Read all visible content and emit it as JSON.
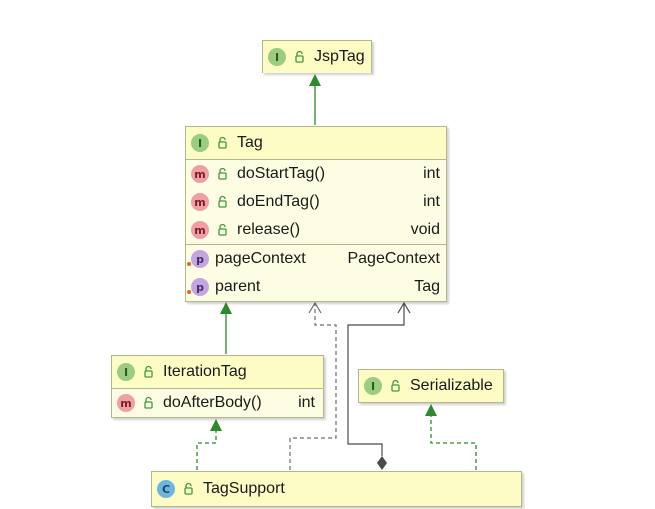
{
  "colors": {
    "node_fill": "#fdfde3",
    "node_header": "#fcfcc4",
    "node_border": "#b5b58e",
    "extends_arrow": "#2e8a2e",
    "implements_arrow": "#6d6d6d",
    "association": "#4a4a4a"
  },
  "nodes": {
    "jsptag": {
      "kind": "I",
      "name": "JspTag"
    },
    "tag": {
      "kind": "I",
      "name": "Tag",
      "methods": [
        {
          "kind": "m",
          "name": "doStartTag()",
          "type": "int"
        },
        {
          "kind": "m",
          "name": "doEndTag()",
          "type": "int"
        },
        {
          "kind": "m",
          "name": "release()",
          "type": "void"
        }
      ],
      "properties": [
        {
          "kind": "p",
          "name": "pageContext",
          "type": "PageContext"
        },
        {
          "kind": "p",
          "name": "parent",
          "type": "Tag"
        }
      ]
    },
    "iterationtag": {
      "kind": "I",
      "name": "IterationTag",
      "methods": [
        {
          "kind": "m",
          "name": "doAfterBody()",
          "type": "int"
        }
      ]
    },
    "serializable": {
      "kind": "I",
      "name": "Serializable"
    },
    "tagsupport": {
      "kind": "C",
      "name": "TagSupport"
    }
  },
  "edges": [
    {
      "from": "Tag",
      "to": "JspTag",
      "kind": "extends"
    },
    {
      "from": "IterationTag",
      "to": "Tag",
      "kind": "extends"
    },
    {
      "from": "TagSupport",
      "to": "IterationTag",
      "kind": "implements"
    },
    {
      "from": "TagSupport",
      "to": "Tag",
      "kind": "implements"
    },
    {
      "from": "TagSupport",
      "to": "Tag",
      "kind": "association"
    },
    {
      "from": "TagSupport",
      "to": "Serializable",
      "kind": "implements"
    }
  ]
}
